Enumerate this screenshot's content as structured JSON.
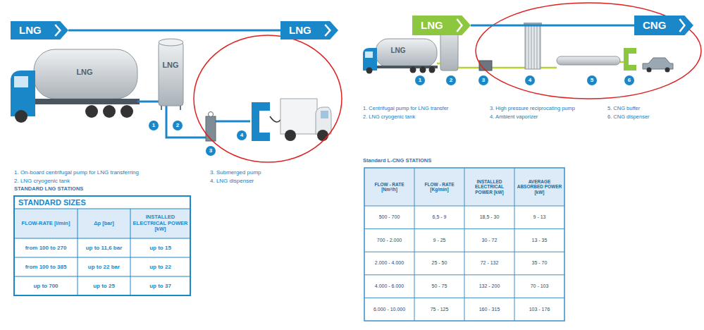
{
  "diagram": {
    "nodes": [
      {
        "text": [
          "LNG"
        ]
      },
      {
        "text": [
          "LNG"
        ]
      },
      {
        "text": [
          "LNG"
        ]
      },
      {
        "text": [
          "CNG"
        ]
      }
    ],
    "edges": [
      {
        "from": 0,
        "to": 1,
        "arrow": "none"
      },
      {
        "from": 2,
        "to": 3,
        "arrow": "none"
      }
    ],
    "labels": [
      "1",
      "2",
      "3",
      "4",
      "LNG",
      "LNG",
      "1. On-board centrifugal pump for LNG transferring",
      "2. LNG cryogenic tank",
      "3. Submerged pump",
      "4. LNG dispenser",
      "STANDARD LNG STATIONS",
      "STANDARD SIZES",
      "FLOW-RATE [l/min]",
      "Δp [bar]",
      "INSTALLED ELECTRICAL POWER [kW]",
      "from 100 to 270",
      "up to 11,6 bar",
      "up to 15",
      "from 100 to 385",
      "up to 22 bar",
      "up to 22",
      "up to 700",
      "up to 25",
      "up to 37",
      "LNG",
      "1",
      "2",
      "3",
      "4",
      "5",
      "6",
      "1. Centrifugal pump for LNG transfer",
      "2. LNG cryogenic tank",
      "3. High pressure reciprocating pump",
      "4. Ambient vaporizer",
      "5. CNG buffer",
      "6. CNG dispenser",
      "Standard L-CNG STATIONS",
      "FLOW - RATE [Nm³/h]",
      "FLOW - RATE [Kg/min]",
      "INSTALLED ELECTRICAL POWER [kW]",
      "AVERAGE ABSORBED POWER [kW]",
      "500 - 700",
      "6,5 - 9",
      "18,5 - 30",
      "9 - 13",
      "700 - 2.000",
      "9 - 25",
      "30 - 72",
      "13 - 35",
      "2.000 - 4.000",
      "25 - 50",
      "72 - 132",
      "35 - 70",
      "4.000 - 6.000",
      "50 - 75",
      "132 - 200",
      "70 - 103",
      "6.000 - 10.000",
      "75 - 125",
      "160 - 315",
      "103 - 176"
    ]
  }
}
